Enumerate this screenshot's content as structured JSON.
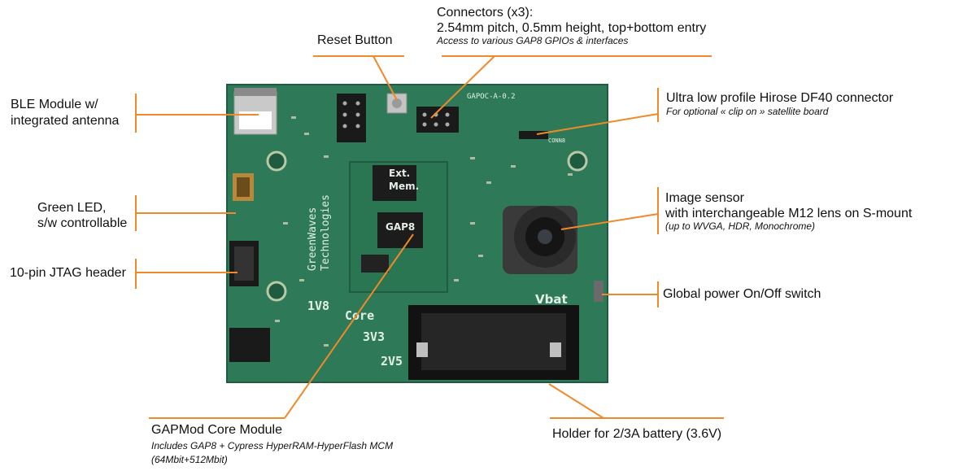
{
  "colors": {
    "board": "#2e7a58",
    "board_dark": "#1f5b40",
    "leader_line": "#f0892a",
    "silkscreen": "#e3efe6"
  },
  "board_silkscreen": {
    "ext_mem": "Ext.",
    "ext_mem2": "Mem.",
    "gap8": "GAP8",
    "vbat": "Vbat",
    "brand1": "GreenWaves",
    "brand2": "Technologies",
    "core": "Core",
    "v18": "1V8",
    "v33": "3V3",
    "v25": "2V5",
    "revision": "GAPOC-A-0.2",
    "conn_label": "CONN8"
  },
  "labels": {
    "reset": "Reset Button",
    "connectors_title": "Connectors (x3):",
    "connectors_line2": "2.54mm pitch, 0.5mm height, top+bottom entry",
    "connectors_sub": "Access to various GAP8 GPIOs & interfaces",
    "ble_line1": "BLE Module w/",
    "ble_line2": "integrated antenna",
    "hirose_title": "Ultra low profile Hirose DF40 connector",
    "hirose_sub": "For optional « clip on » satellite board",
    "green_led_line1": "Green LED,",
    "green_led_line2": "s/w controllable",
    "image_sensor_line1": "Image sensor",
    "image_sensor_line2": "with interchangeable M12 lens on S-mount",
    "image_sensor_sub": "(up to WVGA, HDR, Monochrome)",
    "jtag": "10-pin JTAG header",
    "power_switch": "Global power On/Off switch",
    "gapmod_title": "GAPMod Core Module",
    "gapmod_sub1": "Includes GAP8 + Cypress HyperRAM-HyperFlash MCM",
    "gapmod_sub2": "(64Mbit+512Mbit)",
    "battery": "Holder for 2/3A battery (3.6V)"
  }
}
